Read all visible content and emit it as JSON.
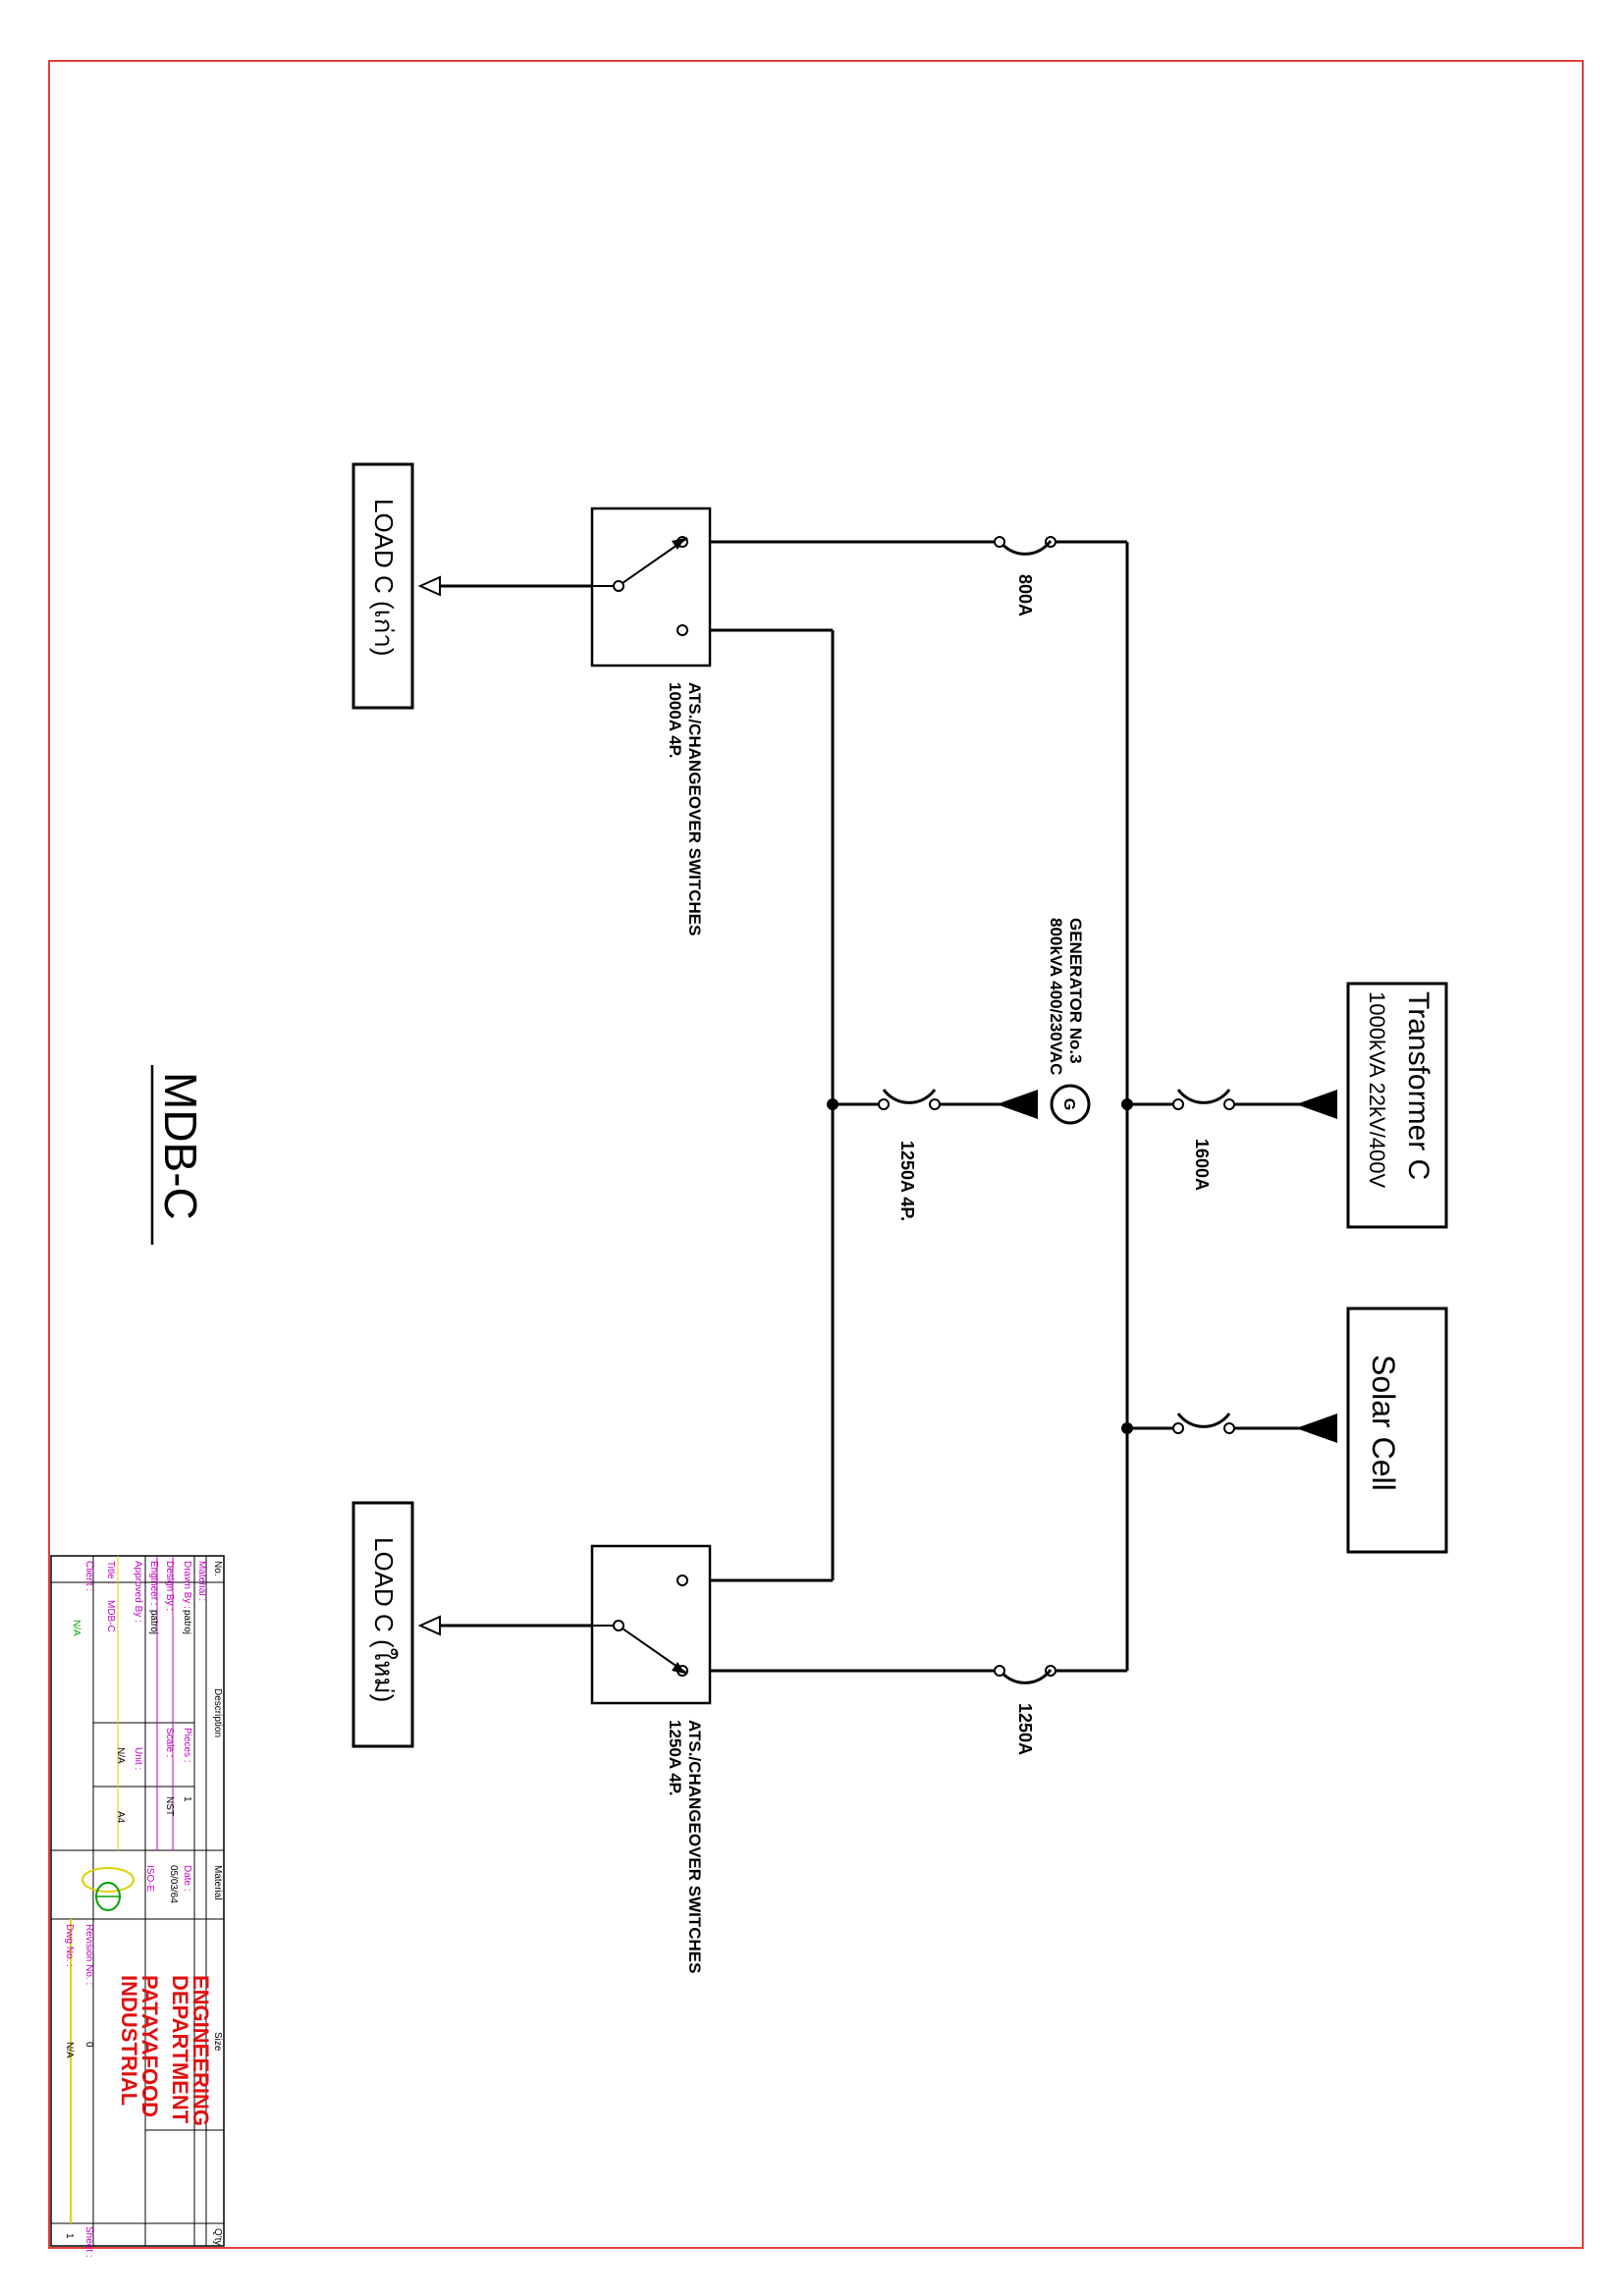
{
  "drawing": {
    "title": "MDB-C",
    "colors": {
      "frame": "#e04040",
      "line": "#000000",
      "accent_red": "#e01010",
      "magenta": "#c000c0",
      "green": "#00a000",
      "yellow": "#e0d000"
    }
  },
  "sources": {
    "transformer": {
      "name": "Transformer C",
      "rating": "1000kVA 22kV/400V"
    },
    "solar": {
      "name": "Solar Cell"
    },
    "generator": {
      "symbol": "G",
      "name": "GENERATOR No.3",
      "rating": "800kVA 400/230VAC"
    }
  },
  "breakers": {
    "transformer": "1600A",
    "generator": "1250A 4P.",
    "ats_old_feed": "800A",
    "ats_new_feed": "1250A"
  },
  "ats": {
    "old": {
      "label": "ATS./CHANGEOVER SWITCHES",
      "rating": "1000A 4P."
    },
    "new": {
      "label": "ATS./CHANGEOVER SWITCHES",
      "rating": "1250A 4P."
    }
  },
  "loads": {
    "old": "LOAD C (เก่า)",
    "new": "LOAD C (ใหม่)"
  },
  "title_block": {
    "no": "No.",
    "description": "Description",
    "material": "Material",
    "size": "Size",
    "qty": "Q'ty",
    "material_label": "Material :",
    "drawn_by": "Drawn By :",
    "drawn_by_value": "patroj",
    "design_by": "Design By :",
    "engineer": "Engineer :",
    "engineer_value": "patroj",
    "approved_by": "Approved By :",
    "title_label": "Title :",
    "title_value": "MDB-C",
    "client": "Client :",
    "client_value": "N/A",
    "pieces": "Pieces :",
    "pieces_value": "1",
    "scale": "Scale :",
    "scale_value": "NST",
    "unit": "Unit :",
    "unit_value": "N/A",
    "paper": "A4",
    "date": "Date :",
    "date_value": "05/03/64",
    "dept_code": "ISO-E",
    "revision": "Revision No. :",
    "revision_value": "0",
    "dwg_no": "Dwg No. :",
    "dwg_no_value": "N/A",
    "sheet": "Sheet :",
    "sheet_value": "1",
    "company": [
      "ENGINEERING",
      "DEPARTMENT",
      "PATAYAFOOD",
      "INDUSTRIAL"
    ]
  }
}
